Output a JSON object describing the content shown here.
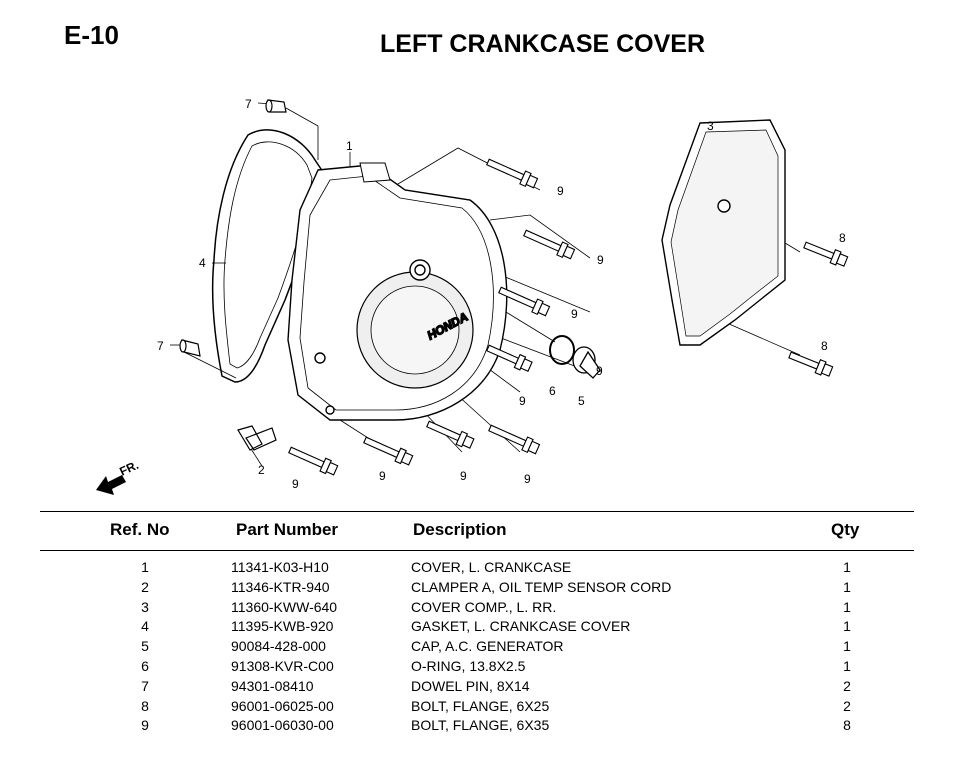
{
  "header": {
    "page_code": "E-10",
    "title": "LEFT CRANKCASE COVER"
  },
  "diagram": {
    "callouts": [
      "1",
      "2",
      "3",
      "4",
      "5",
      "6",
      "7",
      "7",
      "8",
      "8",
      "9",
      "9",
      "9",
      "9",
      "9",
      "9",
      "9",
      "9",
      "9"
    ],
    "brand_mark": "HONDA",
    "direction_label": "FR."
  },
  "table": {
    "headers": {
      "ref": "Ref. No",
      "part": "Part Number",
      "desc": "Description",
      "qty": "Qty"
    },
    "rows": [
      {
        "ref": "1",
        "part": "11341-K03-H10",
        "desc": "COVER, L. CRANKCASE",
        "qty": "1"
      },
      {
        "ref": "2",
        "part": "11346-KTR-940",
        "desc": "CLAMPER A, OIL TEMP SENSOR CORD",
        "qty": "1"
      },
      {
        "ref": "3",
        "part": "11360-KWW-640",
        "desc": "COVER COMP., L. RR.",
        "qty": "1"
      },
      {
        "ref": "4",
        "part": "11395-KWB-920",
        "desc": "GASKET, L. CRANKCASE COVER",
        "qty": "1"
      },
      {
        "ref": "5",
        "part": "90084-428-000",
        "desc": "CAP, A.C. GENERATOR",
        "qty": "1"
      },
      {
        "ref": "6",
        "part": "91308-KVR-C00",
        "desc": "O-RING, 13.8X2.5",
        "qty": "1"
      },
      {
        "ref": "7",
        "part": "94301-08410",
        "desc": "DOWEL PIN, 8X14",
        "qty": "2"
      },
      {
        "ref": "8",
        "part": "96001-06025-00",
        "desc": "BOLT, FLANGE, 6X25",
        "qty": "2"
      },
      {
        "ref": "9",
        "part": "96001-06030-00",
        "desc": "BOLT, FLANGE, 6X35",
        "qty": "8"
      }
    ]
  }
}
